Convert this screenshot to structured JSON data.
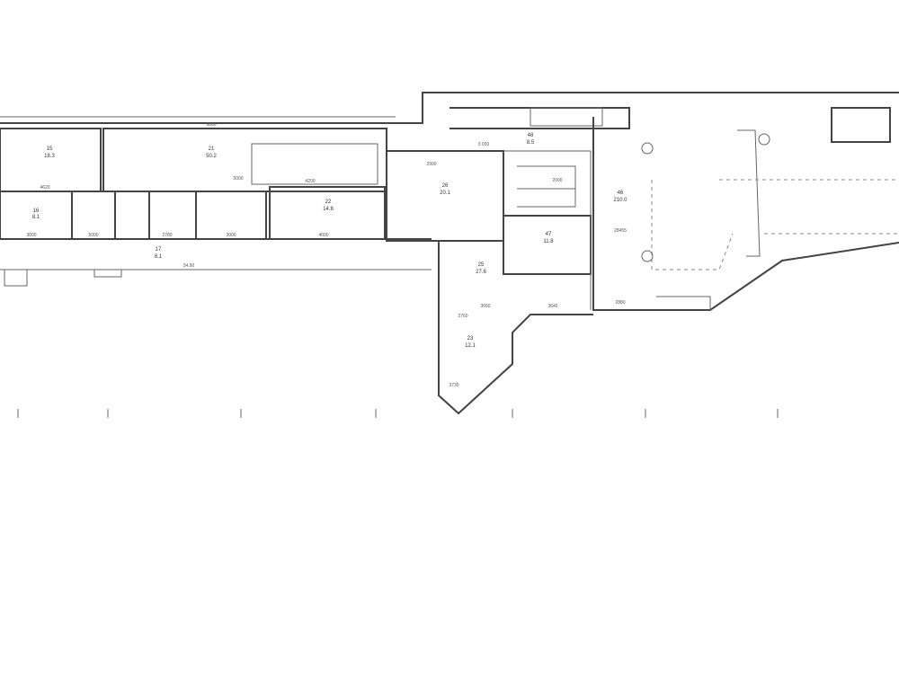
{
  "plan": {
    "rooms": [
      {
        "num": "15",
        "area": "18.3"
      },
      {
        "num": "16",
        "area": "8.1"
      },
      {
        "num": "21",
        "area": "50.2"
      },
      {
        "num": "22",
        "area": "14.8"
      },
      {
        "num": "26",
        "area": "20.1"
      },
      {
        "num": "48",
        "area": "8.5"
      },
      {
        "num": "47",
        "area": "11.8"
      },
      {
        "num": "25",
        "area": "27.6"
      },
      {
        "num": "23",
        "area": "12.1"
      },
      {
        "num": "46",
        "area": "210.0"
      },
      {
        "num": "17",
        "area": "8.1"
      }
    ],
    "dimensions": [
      "4620",
      "9800",
      "3000",
      "5000",
      "2780",
      "3000",
      "4200",
      "4000",
      "2900",
      "3 030",
      "2000",
      "28455",
      "2880",
      "3640",
      "3650",
      "2760",
      "3730",
      "24.90",
      "5000"
    ]
  }
}
